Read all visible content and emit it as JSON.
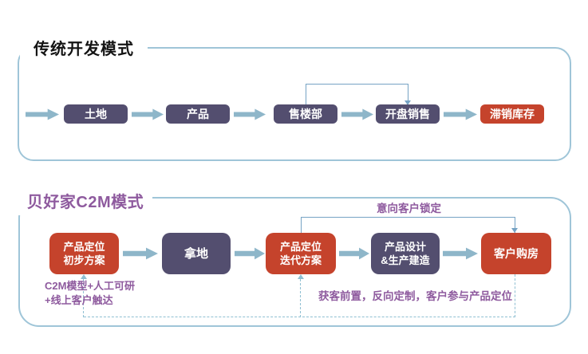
{
  "top_section": {
    "title": "传统开发模式",
    "steps": [
      {
        "label": "土地"
      },
      {
        "label": "产品"
      },
      {
        "label": "售楼部"
      },
      {
        "label": "开盘销售"
      },
      {
        "label": "滞销库存"
      }
    ]
  },
  "bottom_section": {
    "title": "贝好家C2M模式",
    "steps": [
      {
        "label": "产品定位\n初步方案"
      },
      {
        "label": "拿地"
      },
      {
        "label": "产品定位\n迭代方案"
      },
      {
        "label": "产品设计\n&生产建造"
      },
      {
        "label": "客户购房"
      }
    ],
    "annotations": {
      "intent_lock": "意向客户锁定",
      "c2m_model": "C2M模型+人工可研\n+线上客户触达",
      "feedback": "获客前置，反向定制，客户参与产品定位"
    }
  },
  "colors": {
    "box_dark": "#534e6f",
    "box_highlight_red": "#c5432c",
    "flow_arrow_blue": "#8eb6c9",
    "section_border_blue": "#9fc5d8",
    "connector_blue": "#76a3c4",
    "dashed_blue": "#8fbfd2",
    "purple_text": "#8e5a9e",
    "title_black": "#141414"
  }
}
